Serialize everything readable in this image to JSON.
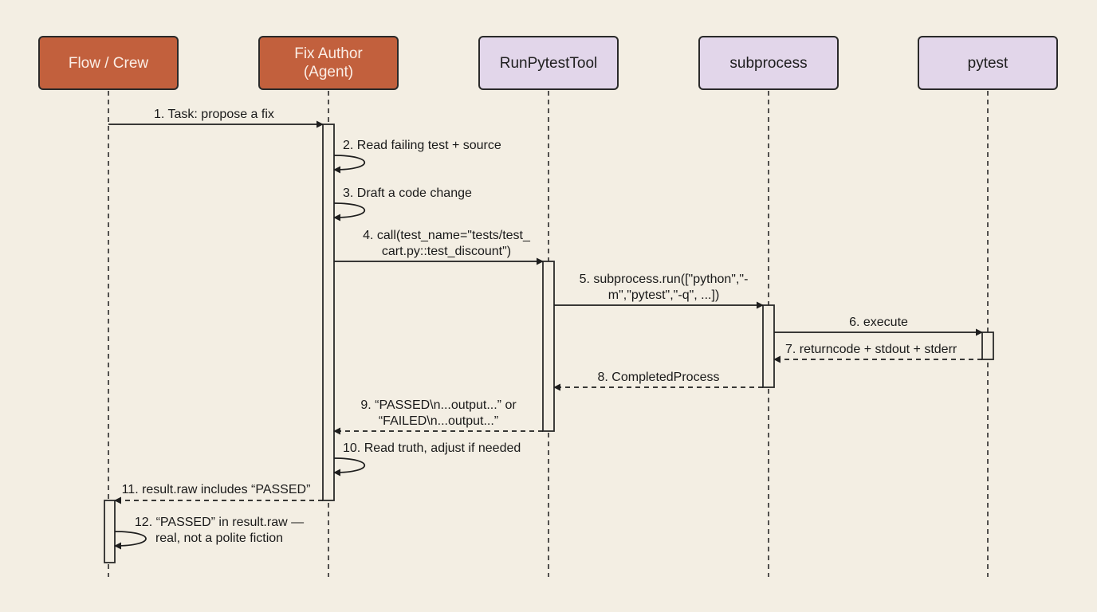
{
  "participants": [
    {
      "key": "flow",
      "label": "Flow / Crew",
      "fill": "#c2603d"
    },
    {
      "key": "fixauthor",
      "label": "Fix Author\n(Agent)",
      "fill": "#c2603d"
    },
    {
      "key": "tool",
      "label": "RunPytestTool",
      "fill": "#e2d6ea"
    },
    {
      "key": "subprocess",
      "label": "subprocess",
      "fill": "#e2d6ea"
    },
    {
      "key": "pytest",
      "label": "pytest",
      "fill": "#e2d6ea"
    }
  ],
  "messages": [
    {
      "n": 1,
      "text": "1. Task: propose a fix",
      "kind": "call"
    },
    {
      "n": 2,
      "text": "2. Read failing test + source",
      "kind": "self"
    },
    {
      "n": 3,
      "text": "3. Draft a code change",
      "kind": "self"
    },
    {
      "n": 4,
      "text": "4. call(test_name=\"tests/test_\ncart.py::test_discount\")",
      "kind": "call"
    },
    {
      "n": 5,
      "text": "5. subprocess.run([\"python\",\"-\nm\",\"pytest\",\"-q\", ...])",
      "kind": "call"
    },
    {
      "n": 6,
      "text": "6. execute",
      "kind": "call"
    },
    {
      "n": 7,
      "text": "7. returncode + stdout + stderr",
      "kind": "return"
    },
    {
      "n": 8,
      "text": "8. CompletedProcess",
      "kind": "return"
    },
    {
      "n": 9,
      "text": "9. “PASSED\\n...output...” or\n“FAILED\\n...output...”",
      "kind": "return"
    },
    {
      "n": 10,
      "text": "10. Read truth, adjust if needed",
      "kind": "self"
    },
    {
      "n": 11,
      "text": "11. result.raw includes “PASSED”",
      "kind": "return"
    },
    {
      "n": 12,
      "text": "12. “PASSED” in result.raw —\nreal, not a polite fiction",
      "kind": "self"
    }
  ]
}
